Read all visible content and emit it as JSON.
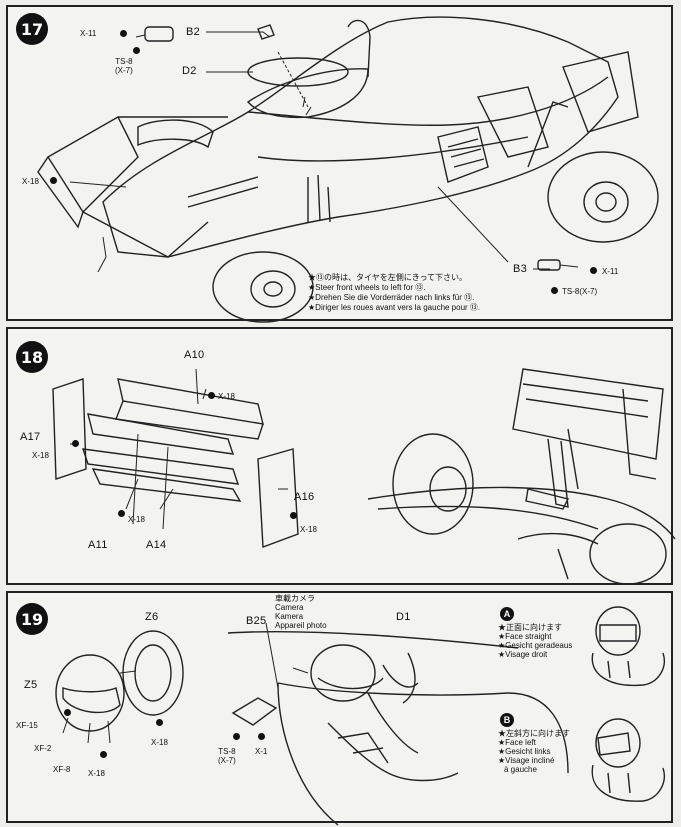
{
  "step17": {
    "number": "17",
    "parts": {
      "b2": "B2",
      "d2": "D2",
      "b3": "B3"
    },
    "screws": {
      "x11_mirror": "X-11",
      "ts8_mirror": "TS-8\n(X-7)",
      "x18_wing": "X-18",
      "x11_b3": "X-11",
      "ts8_b3": "TS-8(X-7)"
    },
    "instructions": [
      "★⑬の時は、タイヤを左側にきって下さい。",
      "★Steer front wheels to left for ⑬.",
      "★Drehen Sie die Vorderräder nach links für ⑬.",
      "★Diriger les roues avant vers la gauche pour ⑬."
    ]
  },
  "step18": {
    "number": "18",
    "parts": {
      "a10": "A10",
      "a17": "A17",
      "a16": "A16",
      "a11": "A11",
      "a14": "A14"
    },
    "screws": {
      "x18_top": "X-18",
      "x18_left": "X-18",
      "x18_mid": "X-18",
      "x18_right": "X-18"
    }
  },
  "step19": {
    "number": "19",
    "parts": {
      "z6": "Z6",
      "z5": "Z5",
      "b25": "B25",
      "d1": "D1"
    },
    "screws": {
      "xf15": "XF-15",
      "xf2": "XF-2",
      "xf8": "XF-8",
      "x18_helmet": "X-18",
      "x18_visor": "X-18",
      "ts8": "TS-8\n(X-7)",
      "x1": "X-1"
    },
    "camera_label": [
      "車載カメラ",
      "Camera",
      "Kamera",
      "Appareil photo"
    ],
    "option_a": {
      "letter": "A",
      "lines": [
        "★正面に向けます",
        "★Face straight",
        "★Gesicht geradeaus",
        "★Visage droit"
      ]
    },
    "option_b": {
      "letter": "B",
      "lines": [
        "★左斜方に向けます",
        "★Face left",
        "★Gesicht links",
        "★Visage incliné",
        "à gauche"
      ]
    }
  }
}
